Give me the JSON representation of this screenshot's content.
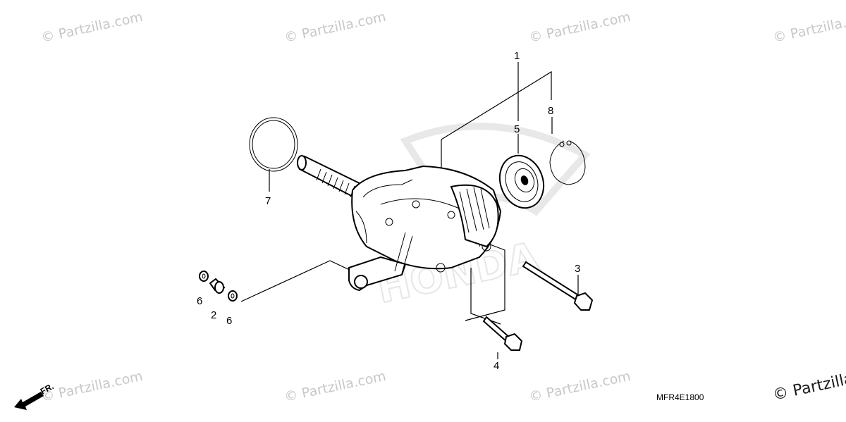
{
  "diagram": {
    "drawing_code": "MFR4E1800",
    "direction_label": "FR.",
    "callouts": {
      "c1": "1",
      "c2": "2",
      "c3": "3",
      "c4": "4",
      "c5": "5",
      "c6a": "6",
      "c6b": "6",
      "c7": "7",
      "c8": "8"
    },
    "watermark": {
      "text": "© Partzilla.com",
      "corner_text": "© Partzilla"
    },
    "background_logo": "HONDA"
  }
}
